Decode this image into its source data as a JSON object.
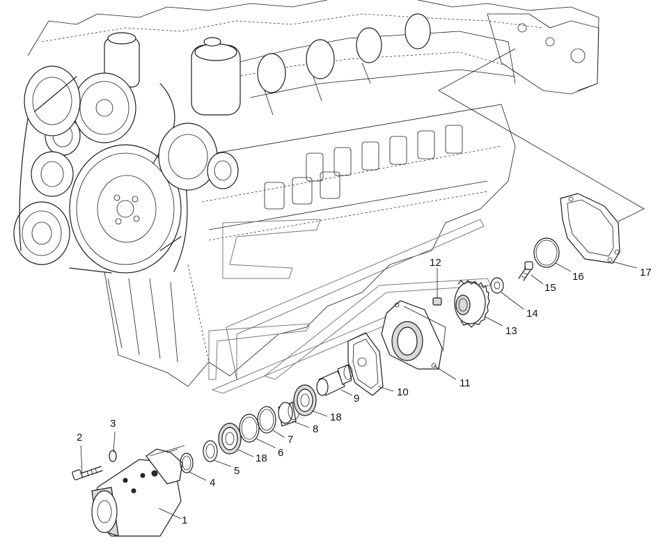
{
  "callouts": [
    {
      "id": "c1",
      "text": "1"
    },
    {
      "id": "c2",
      "text": "2"
    },
    {
      "id": "c3",
      "text": "3"
    },
    {
      "id": "c4",
      "text": "4"
    },
    {
      "id": "c5",
      "text": "5"
    },
    {
      "id": "c6",
      "text": "6"
    },
    {
      "id": "c7",
      "text": "7"
    },
    {
      "id": "c8",
      "text": "8"
    },
    {
      "id": "c9",
      "text": "9"
    },
    {
      "id": "c10",
      "text": "10"
    },
    {
      "id": "c11",
      "text": "11"
    },
    {
      "id": "c12",
      "text": "12"
    },
    {
      "id": "c13",
      "text": "13"
    },
    {
      "id": "c14",
      "text": "14"
    },
    {
      "id": "c15",
      "text": "15"
    },
    {
      "id": "c16",
      "text": "16"
    },
    {
      "id": "c17",
      "text": "17"
    },
    {
      "id": "c18a",
      "text": "18"
    },
    {
      "id": "c18b",
      "text": "18"
    }
  ]
}
